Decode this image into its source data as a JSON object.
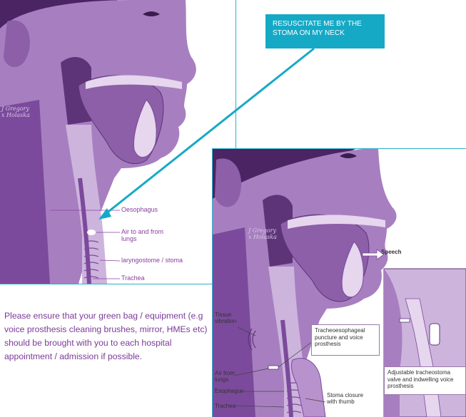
{
  "callout": {
    "text": "RESUSCITATE ME BY THE STOMA ON MY NECK"
  },
  "top_diagram": {
    "signature": "J Gregory\nx Holaska",
    "labels": {
      "oesophagus": "Oesophagus",
      "air": "Air to and from lungs",
      "stoma": "laryngostome / stoma",
      "trachea": "Trachea"
    }
  },
  "bottom_diagram": {
    "signature": "J Gregory\nx Holaska",
    "labels": {
      "speech": "Speech",
      "tissue_vibration": "Tissue vibration",
      "te_puncture": "Tracheoesophageal puncture and voice prosthesis",
      "air_from_lungs": "Air from lungs",
      "esophagus": "Esophagus",
      "trachea": "Trachea",
      "stoma_closure": "Stoma closure with thumb",
      "valve": "Adjustable tracheostoma valve and indwelling voice prosthesis"
    }
  },
  "note": {
    "text": "Please ensure that your  green bag / equipment (e.g voice prosthesis cleaning brushes, mirror, HMEs etc)  should be brought with you to each hospital appointment / admission if possible."
  },
  "colors": {
    "accent": "#16a9c6",
    "skin_dark": "#7c4a9c",
    "skin_mid": "#a77fc0",
    "skin_light": "#cdb4dd",
    "text_purple": "#7b3a98"
  }
}
